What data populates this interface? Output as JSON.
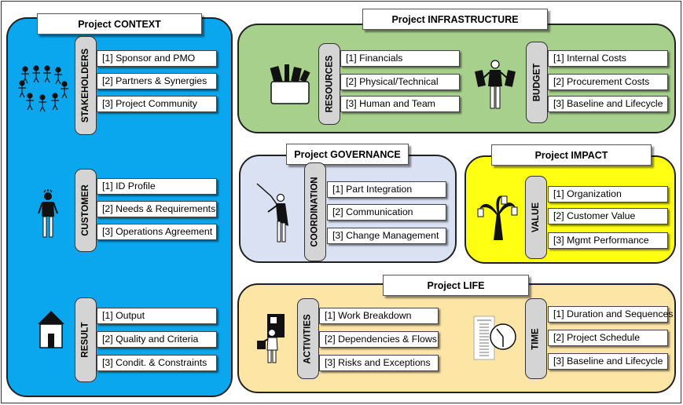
{
  "context": {
    "title": "Project CONTEXT",
    "stakeholders": {
      "label": "STAKEHOLDERS",
      "items": [
        "[1] Sponsor and PMO",
        "[2] Partners & Synergies",
        "[3] Project Community"
      ]
    },
    "customer": {
      "label": "CUSTOMER",
      "items": [
        "[1] ID Profile",
        "[2] Needs & Requirements",
        "[3] Operations Agreement"
      ]
    },
    "result": {
      "label": "RESULT",
      "items": [
        "[1] Output",
        "[2] Quality and Criteria",
        "[3] Condit. & Constraints"
      ]
    }
  },
  "infrastructure": {
    "title": "Project INFRASTRUCTURE",
    "resources": {
      "label": "RESOURCES",
      "items": [
        "[1] Financials",
        "[2]  Physical/Technical",
        "[3] Human and Team"
      ]
    },
    "budget": {
      "label": "BUDGET",
      "items": [
        "[1] Internal Costs",
        "[2] Procurement Costs",
        "[3] Baseline and Lifecycle"
      ]
    }
  },
  "governance": {
    "title": "Project GOVERNANCE",
    "coordination": {
      "label": "COORDINATION",
      "items": [
        "[1] Part Integration",
        "[2] Communication",
        "[3] Change Management"
      ]
    }
  },
  "impact": {
    "title": "Project IMPACT",
    "value": {
      "label": "VALUE",
      "items": [
        "[1] Organization",
        "[2] Customer Value",
        "[3] Mgmt Performance"
      ]
    }
  },
  "life": {
    "title": "Project LIFE",
    "activities": {
      "label": "ACTIVITIES",
      "items": [
        "[1] Work Breakdown",
        "[2] Dependencies & Flows",
        "[3] Risks and Exceptions"
      ]
    },
    "time": {
      "label": "TIME",
      "items": [
        "[1] Duration and Sequences",
        "[2] Project Schedule",
        "[3] Baseline and Lifecycle"
      ]
    }
  },
  "colors": {
    "context": "#0aa7ee",
    "infrastructure": "#a7d08c",
    "governance": "#d9e1f2",
    "impact": "#ffff14",
    "life": "#fde5a6",
    "tab": "#d4d4d4"
  }
}
